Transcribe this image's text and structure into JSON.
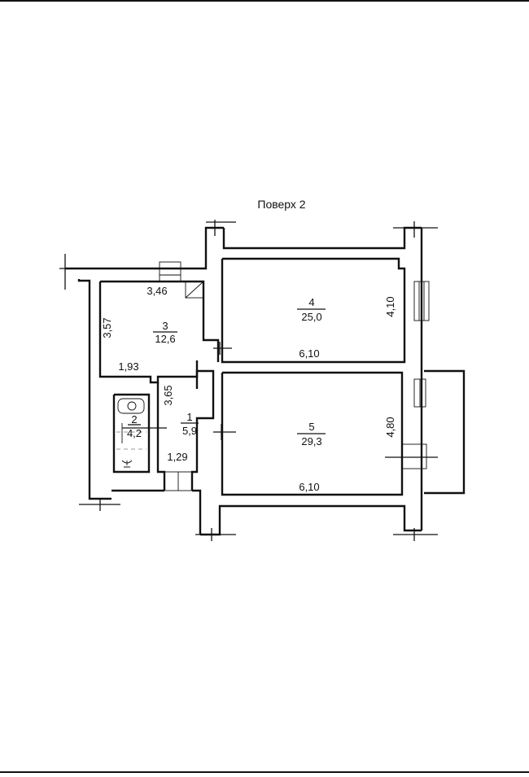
{
  "plan": {
    "title": "Поверх 2",
    "rooms": [
      {
        "number": "1",
        "area": "5,9"
      },
      {
        "number": "2",
        "area": "4,2"
      },
      {
        "number": "3",
        "area": "12,6"
      },
      {
        "number": "4",
        "area": "25,0"
      },
      {
        "number": "5",
        "area": "29,3"
      }
    ],
    "dimensions": {
      "room3_top": "3,46",
      "room3_left": "3,57",
      "room3_bottom": "1,93",
      "room1_height": "3,65",
      "room1_bottom": "1,29",
      "room4_right": "4,10",
      "room4_bottom": "6,10",
      "room5_right": "4,80",
      "room5_bottom": "6,10"
    }
  }
}
